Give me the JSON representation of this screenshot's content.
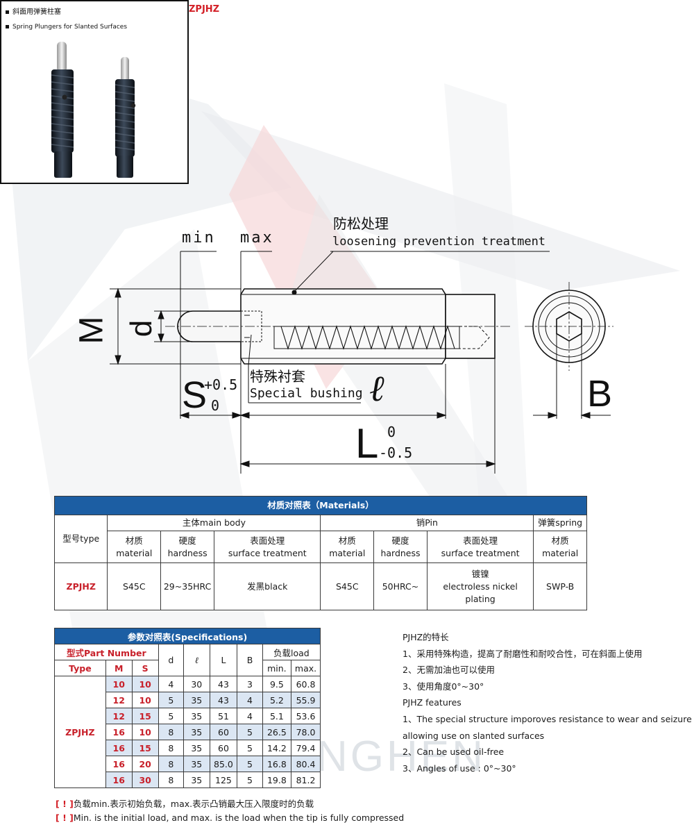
{
  "photo": {
    "title_cn": "斜面用弹簧柱塞",
    "title_en": "Spring Plungers for Slanted Surfaces"
  },
  "part_tag": "ZPJHZ",
  "drawing": {
    "min_label": "min",
    "max_label": "max",
    "treatment_cn": "防松处理",
    "treatment_en": "loosening prevention treatment",
    "bushing_cn": "特殊衬套",
    "bushing_en": "Special bushing",
    "M": "M",
    "d": "d",
    "S": "S",
    "S_upper_tol": "+0.5",
    "S_lower_tol": "0",
    "ell": "ℓ",
    "L": "L",
    "L_upper_tol": "0",
    "L_lower_tol": "-0.5",
    "B": "B"
  },
  "materials": {
    "title": "材质对照表（Materials）",
    "type_header": "型号type",
    "main_body": "主体main body",
    "pin": "销Pin",
    "spring": "弹簧spring",
    "col_material_cn": "材质",
    "col_material_en": "material",
    "col_hardness_cn": "硬度",
    "col_hardness_en": "hardness",
    "col_surface_cn": "表面处理",
    "col_surface_en": "surface treatment",
    "row": {
      "type": "ZPJHZ",
      "body_material": "S45C",
      "body_hardness": "29~35HRC",
      "body_surface": "发黑black",
      "pin_material": "S45C",
      "pin_hardness": "50HRC~",
      "pin_surface_1": "镀镍",
      "pin_surface_2": "electroless nickel",
      "pin_surface_3": "plating",
      "spring_material": "SWP-B"
    }
  },
  "specs": {
    "title": "参数对照表(Specifications)",
    "part_number": "型式Part Number",
    "col_type": "Type",
    "col_M": "M",
    "col_S": "S",
    "col_d": "d",
    "col_ell": "ℓ",
    "col_L": "L",
    "col_B": "B",
    "col_load": "负载load",
    "col_min": "min.",
    "col_max": "max.",
    "type_value": "ZPJHZ",
    "rows": [
      {
        "M": "10",
        "S": "10",
        "d": "4",
        "ell": "30",
        "L": "43",
        "B": "3",
        "min": "9.5",
        "max": "60.8"
      },
      {
        "M": "12",
        "S": "10",
        "d": "5",
        "ell": "35",
        "L": "43",
        "B": "4",
        "min": "5.2",
        "max": "55.9"
      },
      {
        "M": "12",
        "S": "15",
        "d": "5",
        "ell": "35",
        "L": "51",
        "B": "4",
        "min": "5.1",
        "max": "53.6"
      },
      {
        "M": "16",
        "S": "10",
        "d": "8",
        "ell": "35",
        "L": "60",
        "B": "5",
        "min": "26.5",
        "max": "78.0"
      },
      {
        "M": "16",
        "S": "15",
        "d": "8",
        "ell": "35",
        "L": "60",
        "B": "5",
        "min": "14.2",
        "max": "79.4"
      },
      {
        "M": "16",
        "S": "20",
        "d": "8",
        "ell": "35",
        "L": "85.0",
        "B": "5",
        "min": "16.8",
        "max": "80.4"
      },
      {
        "M": "16",
        "S": "30",
        "d": "8",
        "ell": "35",
        "L": "125",
        "B": "5",
        "min": "19.8",
        "max": "81.2"
      }
    ]
  },
  "notes": {
    "bang": "[ ! ]",
    "cn": "负载min.表示初始负载，max.表示凸销最大压入限度时的负载",
    "en": "Min. is the initial load, and max. is the load when the tip is fully compressed"
  },
  "features": {
    "title_cn": "PJHZ的特长",
    "cn_1": "1、采用特殊构造，提高了耐磨性和耐咬合性，可在斜面上使用",
    "cn_2": "2、无需加油也可以使用",
    "cn_3": "3、使用角度0°~30°",
    "title_en": "PJHZ features",
    "en_1a": "1、The special structure imporoves resistance to wear and seizure ,",
    "en_1b": "allowing use on slanted surfaces",
    "en_2": "2、Can be used oil-free",
    "en_3": "3、Angles of use : 0°~30°"
  },
  "watermark": {
    "brand": "ZHENGHEN"
  }
}
